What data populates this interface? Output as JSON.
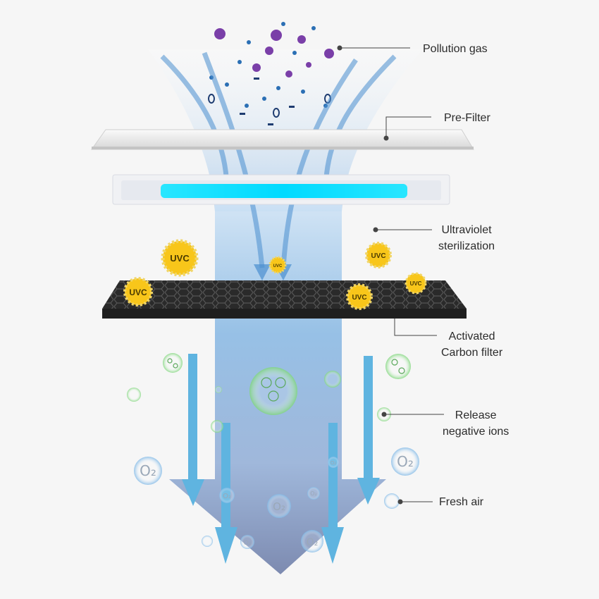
{
  "labels": {
    "pollution_gas": "Pollution gas",
    "pre_filter": "Pre-Filter",
    "uv_line1": "Ultraviolet",
    "uv_line2": "sterilization",
    "carbon_line1": "Activated",
    "carbon_line2": "Carbon filter",
    "ions_line1": "Release",
    "ions_line2": "negative ions",
    "fresh_air": "Fresh air"
  },
  "badges": {
    "uvc": "UVC"
  },
  "bubbles": {
    "o2": "O₂"
  },
  "colors": {
    "background": "#f6f6f6",
    "airflow": "#7fb2df",
    "arrow": "#5fb4e0",
    "uv_glow": "#18d8f8",
    "carbon": "#2f2f2f",
    "sun": "#f8c61a",
    "ion_green": "#8fe08a",
    "pollutant_purple": "#7a3fa8",
    "pollutant_blue": "#2b6fb4",
    "label_line": "#444444"
  }
}
